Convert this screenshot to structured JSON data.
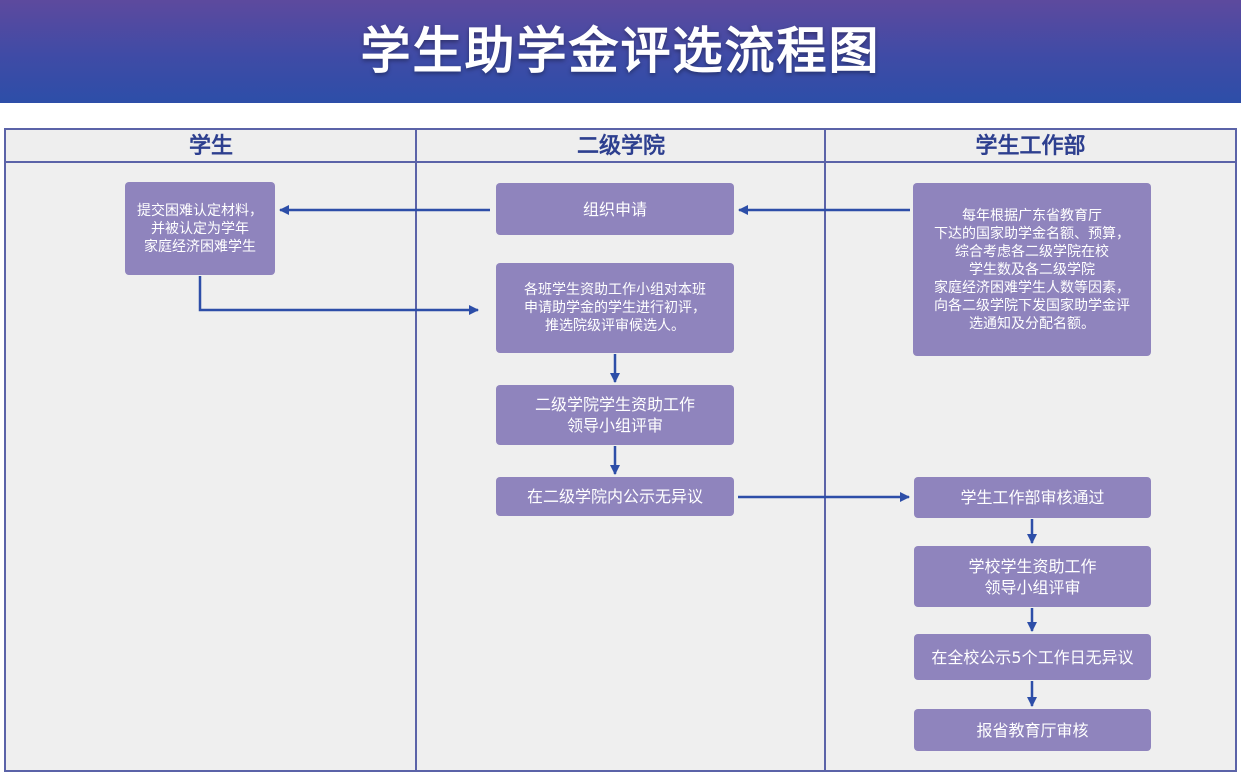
{
  "title": "学生助学金评选流程图",
  "lanes": [
    "学生",
    "二级学院",
    "学生工作部"
  ],
  "nodes": {
    "student_submit": "提交困难认定材料，\n并被认定为学年\n家庭经济困难学生",
    "org_apply": "组织申请",
    "class_review": "各班学生资助工作小组对本班\n申请助学金的学生进行初评，\n推选院级评审候选人。",
    "college_review": "二级学院学生资助工作\n领导小组评审",
    "college_public": "在二级学院内公示无异议",
    "dept_issue": "每年根据广东省教育厅\n下达的国家助学金名额、预算，\n综合考虑各二级学院在校\n学生数及各二级学院\n家庭经济困难学生人数等因素，\n向各二级学院下发国家助学金评\n选通知及分配名额。",
    "dept_audit": "学生工作部审核通过",
    "school_review": "学校学生资助工作\n领导小组评审",
    "school_public": "在全校公示5个工作日无异议",
    "report": "报省教育厅审核"
  },
  "colors": {
    "box": "#8f84bd",
    "arrow": "#2d4ea8",
    "lane_border": "#5b63a8",
    "header_text": "#2d3f8f"
  }
}
